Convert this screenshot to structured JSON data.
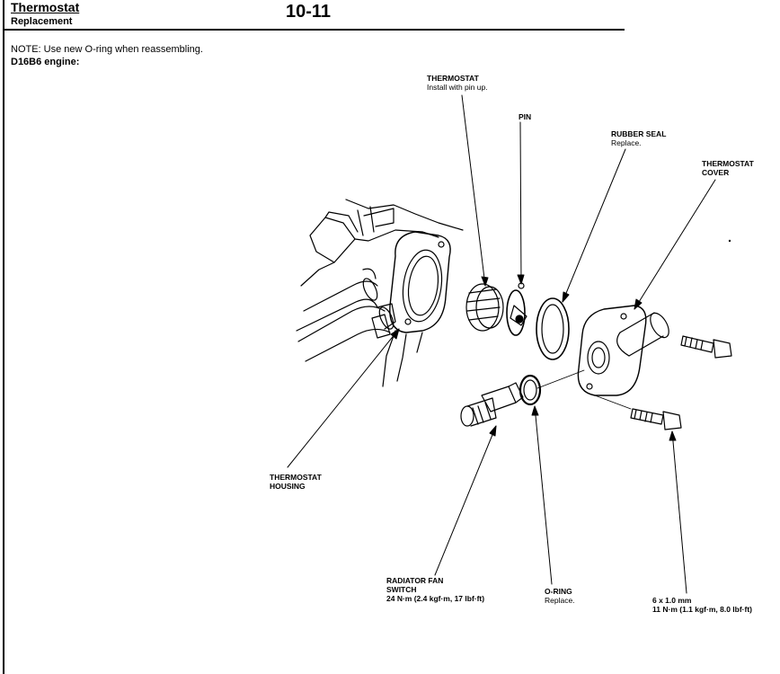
{
  "header": {
    "title": "Thermostat",
    "subtitle": "Replacement",
    "page_number": "10-11"
  },
  "note": "NOTE: Use new O-ring when reassembling.",
  "engine": "D16B6 engine:",
  "labels": {
    "thermostat": {
      "name": "THERMOSTAT",
      "note": "Install with pin up."
    },
    "pin": {
      "name": "PIN"
    },
    "rubber_seal": {
      "name": "RUBBER SEAL",
      "note": "Replace."
    },
    "thermostat_cover": {
      "name1": "THERMOSTAT",
      "name2": "COVER"
    },
    "thermostat_housing": {
      "name1": "THERMOSTAT",
      "name2": "HOUSING"
    },
    "radiator_fan_switch": {
      "name1": "RADIATOR FAN",
      "name2": "SWITCH",
      "torque": "24 N·m (2.4 kgf·m, 17 lbf·ft)"
    },
    "o_ring": {
      "name": "O-RING",
      "note": "Replace."
    },
    "bolt": {
      "size": "6 x 1.0 mm",
      "torque": "11 N·m (1.1 kgf·m, 8.0 lbf·ft)"
    }
  }
}
